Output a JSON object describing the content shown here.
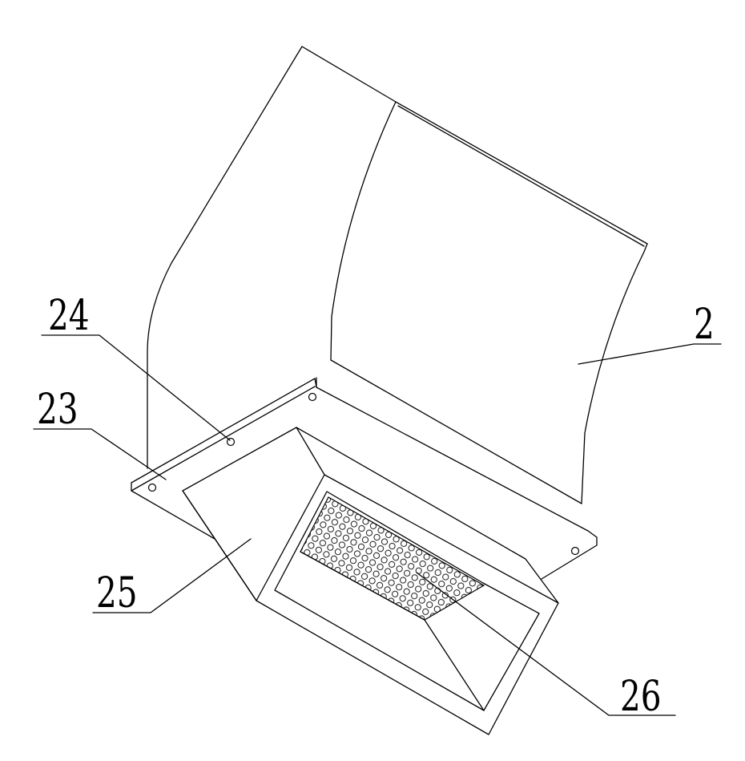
{
  "labels": {
    "part_2": "2",
    "part_23": "23",
    "part_24": "24",
    "part_25": "25",
    "part_26": "26"
  }
}
